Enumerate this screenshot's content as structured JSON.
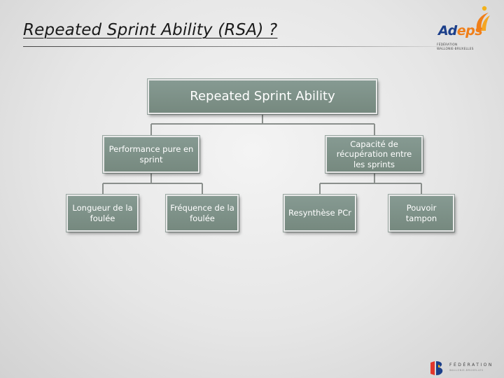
{
  "slide": {
    "title": "Repeated Sprint Ability (RSA) ?"
  },
  "logos": {
    "adeps": {
      "word_part1": "Ad",
      "word_part2": "eps",
      "subline1": "FÉDÉRATION",
      "subline2": "WALLONIE-BRUXELLES"
    },
    "federation": {
      "line1": "FÉDÉRATION",
      "line2": "WALLONIE-BRUXELLES"
    }
  },
  "diagram": {
    "root": "Repeated Sprint Ability",
    "level1": [
      "Performance pure en sprint",
      "Capacité de récupération entre les sprints"
    ],
    "level2": [
      "Longueur de la foulée",
      "Fréquence de la foulée",
      "Resynthèse PCr",
      "Pouvoir tampon"
    ]
  },
  "colors": {
    "box_fill": "#7d9088",
    "box_border": "#e8e8e8",
    "box_text": "#ffffff",
    "connector": "#8a8f8c",
    "adeps_blue": "#1c3f8a",
    "adeps_orange": "#f07f1a"
  }
}
